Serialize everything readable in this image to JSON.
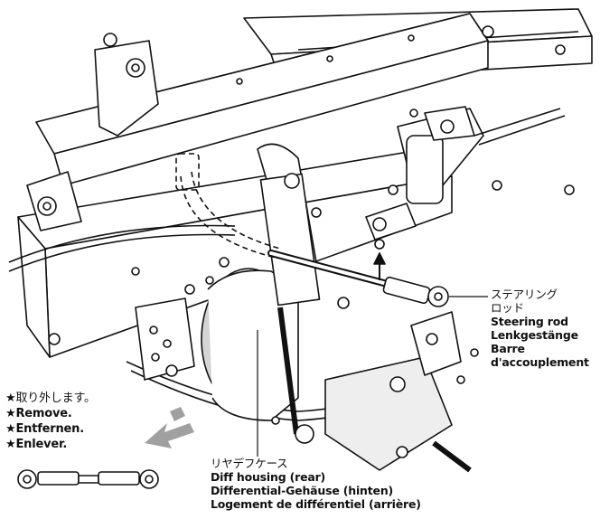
{
  "labels": {
    "steering_rod": {
      "ja_line1": "ステアリング",
      "ja_line2": "ロッド",
      "en": "Steering rod",
      "de": "Lenkgestänge",
      "fr_line1": "Barre",
      "fr_line2": "d'accouplement"
    },
    "diff_housing": {
      "ja": "リヤデフケース",
      "en": "Diff housing (rear)",
      "de": "Differential-Gehäuse (hinten)",
      "fr": "Logement de différentiel (arrière)"
    },
    "remove_note": {
      "star": "★",
      "ja": "取り外します。",
      "en": "Remove.",
      "de": "Entfernen.",
      "fr": "Enlever."
    }
  },
  "colors": {
    "line": "#111111",
    "fill": "#ffffff",
    "shade": "#d4d4d4",
    "arrow_gray": "#a0a0a0"
  }
}
